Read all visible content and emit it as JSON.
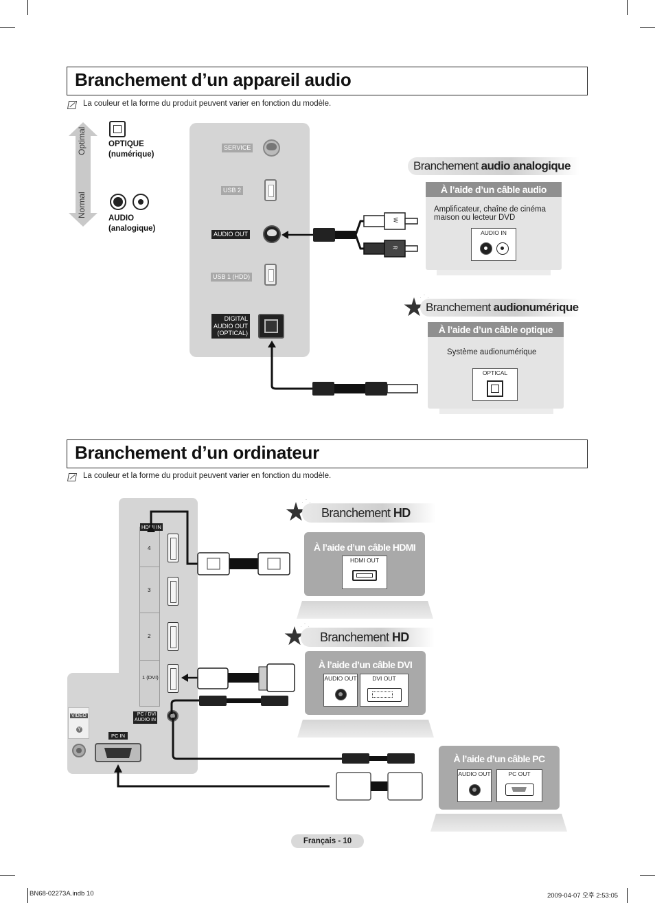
{
  "section_audio": {
    "title": "Branchement d’un appareil audio",
    "note": "La couleur et la forme du produit peuvent varier en fonction du modèle."
  },
  "legend": {
    "optimal": "Optimal",
    "normal": "Normal",
    "optique_line1": "OPTIQUE",
    "optique_line2": "(numérique)",
    "audio_line1": "AUDIO",
    "audio_line2": "(analogique)"
  },
  "tv_panel_audio": {
    "service": "SERVICE",
    "usb2": "USB 2",
    "audio_out": "AUDIO OUT",
    "usb1": "USB 1 (HDD)",
    "digital_line1": "DIGITAL",
    "digital_line2": "AUDIO OUT",
    "digital_line3": "(OPTICAL)"
  },
  "analog_block": {
    "heading_normal": "Branchement ",
    "heading_bold": "audio analogique",
    "box_title": "À l’aide d’un câble audio",
    "description": "Amplificateur, chaîne de cinéma maison ou lecteur DVD",
    "port_label": "AUDIO IN",
    "plug_w": "W",
    "plug_r": "R"
  },
  "digital_block": {
    "heading_normal": "Branchement ",
    "heading_bold": "audionumérique",
    "box_title": "À l’aide d’un câble optique",
    "description": "Système audionumérique",
    "port_label": "OPTICAL"
  },
  "section_pc": {
    "title": "Branchement d’un ordinateur",
    "note": "La couleur et la forme du produit peuvent varier en fonction du modèle."
  },
  "tv_panel_pc": {
    "hdmi_in": "HDMI IN",
    "port4": "4",
    "port3": "3",
    "port2": "2",
    "port1": "1 (DVI)",
    "video": "VIDEO",
    "video_y": "Y",
    "pc_dvi_line1": "PC / DVI",
    "pc_dvi_line2": "AUDIO IN",
    "pc_in": "PC IN"
  },
  "hdmi_block": {
    "heading_normal": "Branchement ",
    "heading_bold": "HD",
    "box_title": "À l’aide d’un câble HDMI",
    "port_label": "HDMI OUT"
  },
  "dvi_block": {
    "heading_normal": "Branchement ",
    "heading_bold": "HD",
    "box_title": "À l’aide d’un câble DVI",
    "port_audio": "AUDIO OUT",
    "port_dvi": "DVI OUT"
  },
  "pc_block": {
    "box_title": "À l’aide d’un câble PC",
    "port_audio": "AUDIO OUT",
    "port_pc": "PC OUT"
  },
  "footer": {
    "page": "Français - 10",
    "file": "BN68-02273A.indb   10",
    "date": "2009-04-07   오후 2:53:05"
  }
}
